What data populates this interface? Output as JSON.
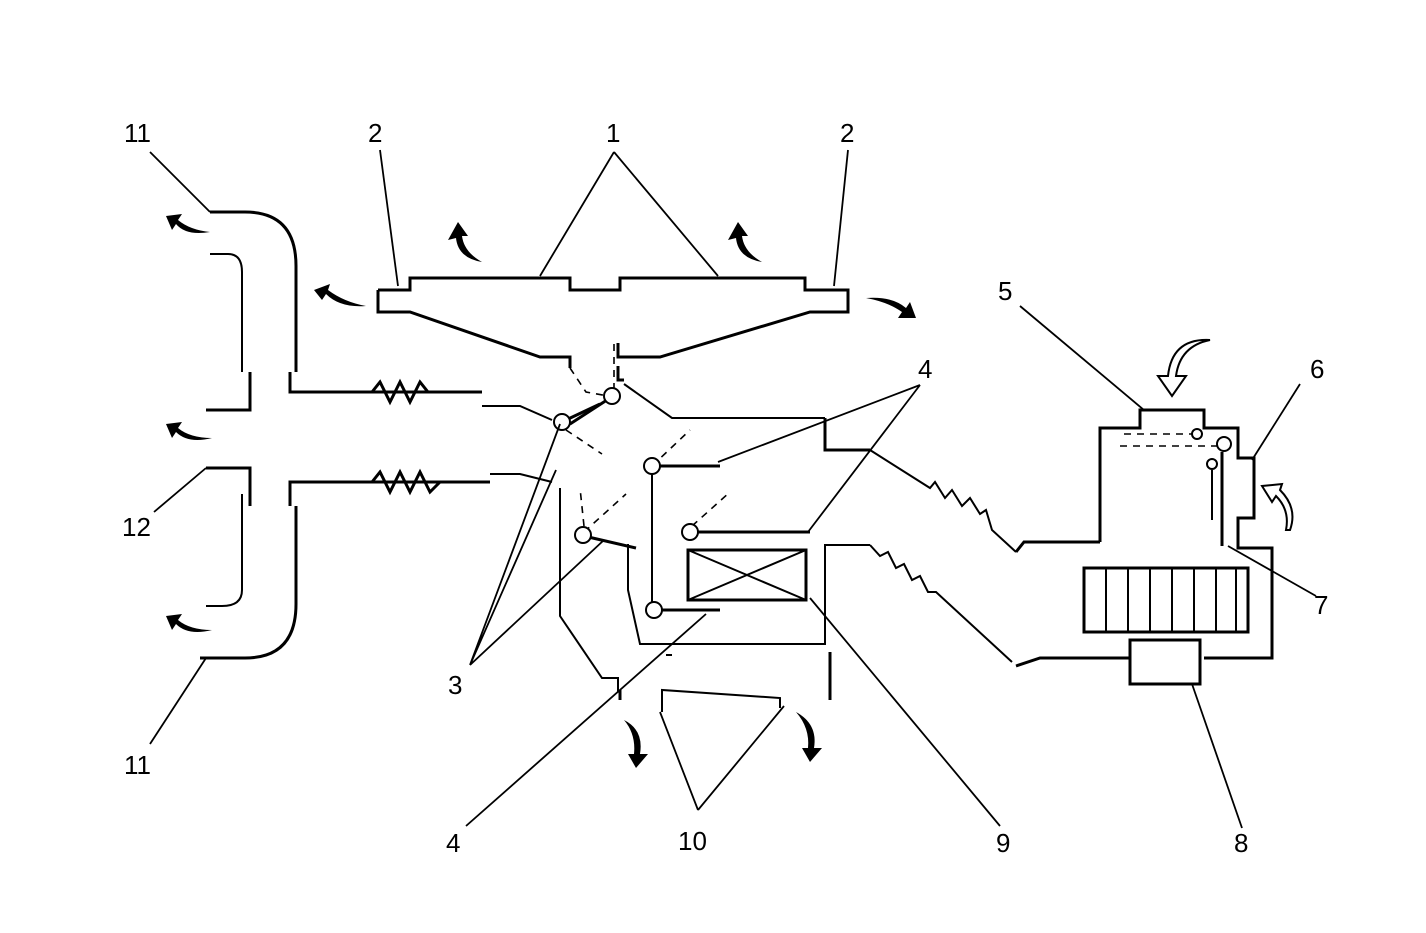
{
  "callouts": {
    "c1": "1",
    "c2_left": "2",
    "c2_right": "2",
    "c3": "3",
    "c4_top": "4",
    "c4_bottom": "4",
    "c5": "5",
    "c6": "6",
    "c7": "7",
    "c8": "8",
    "c9": "9",
    "c10": "10",
    "c11_top": "11",
    "c11_bottom": "11",
    "c12": "12"
  }
}
